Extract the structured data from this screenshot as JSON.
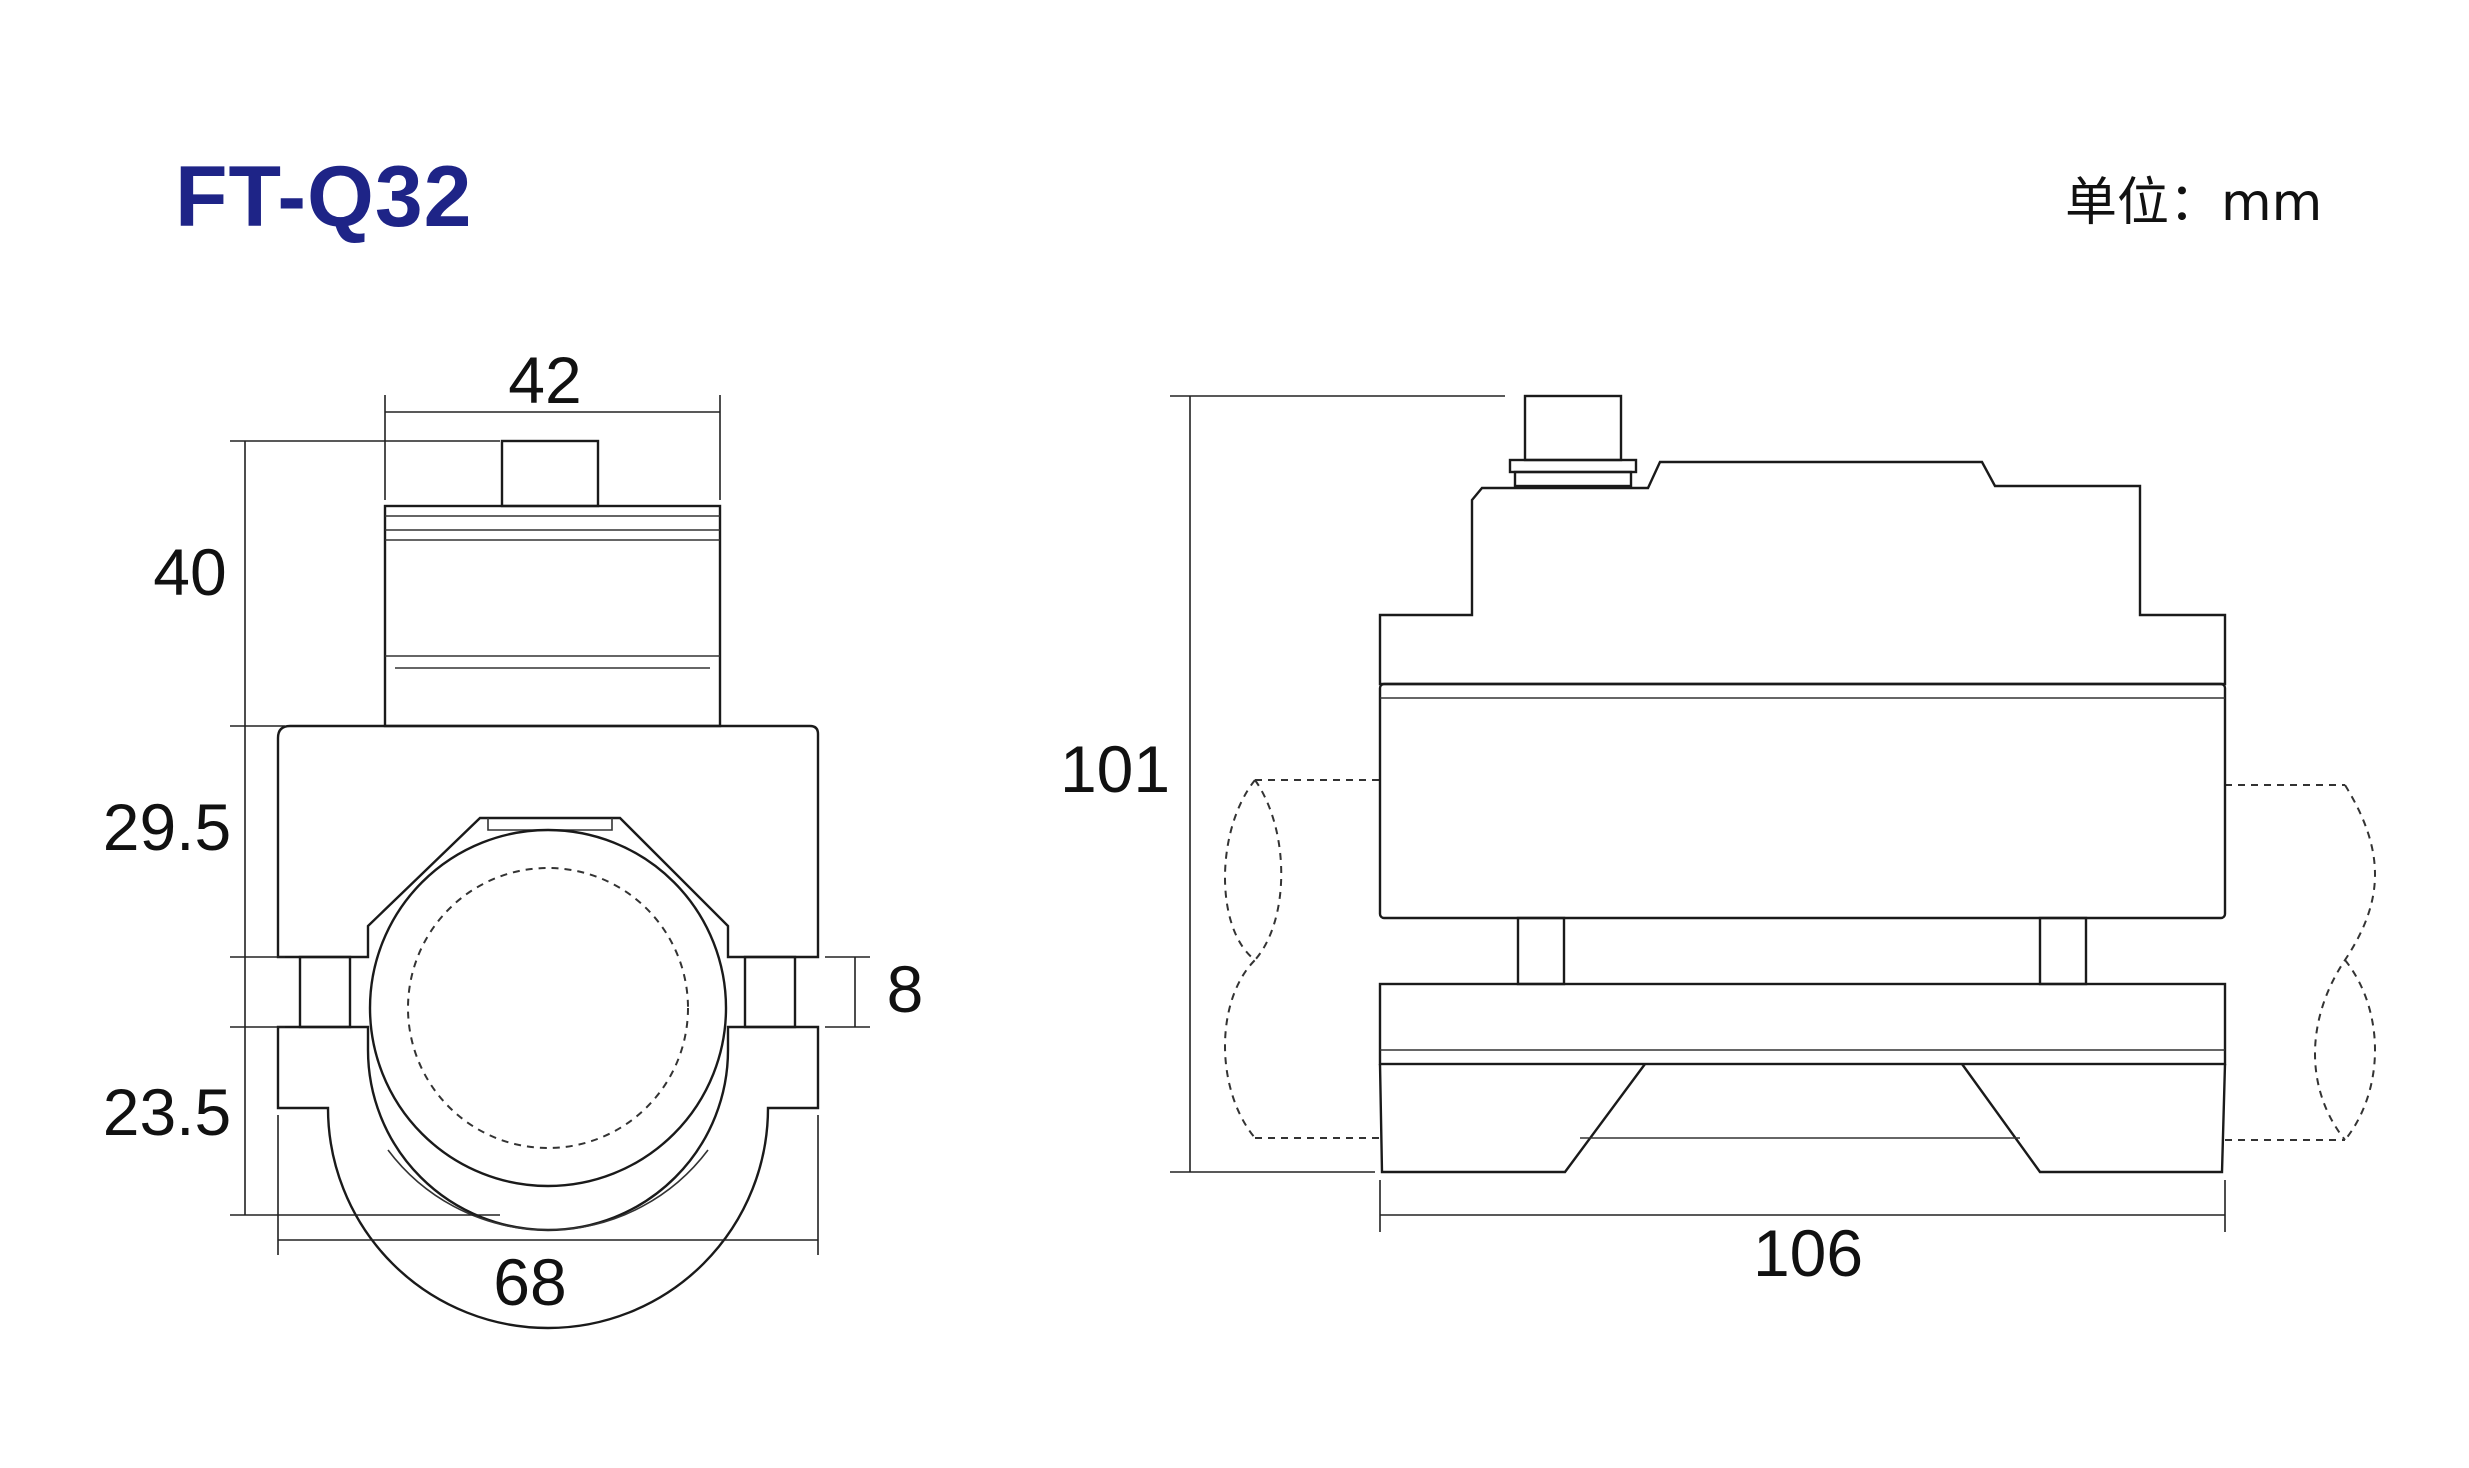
{
  "title": "FT-Q32",
  "unit_label": "单位：mm",
  "accent_color": "#1e2487",
  "front_view": {
    "width_top": "42",
    "height_head": "40",
    "height_upper": "29.5",
    "gap": "8",
    "height_lower": "23.5",
    "width_bottom": "68"
  },
  "side_view": {
    "total_height": "101",
    "total_width": "106"
  }
}
